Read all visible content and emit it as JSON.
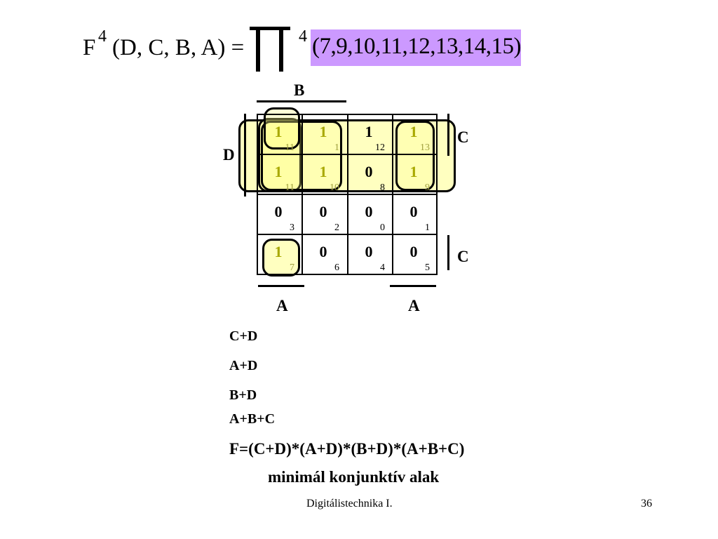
{
  "formula": {
    "lhs_F": "F",
    "lhs_sup": "4",
    "lhs_args": "(D, C, B, A) =",
    "pi_sup": "4",
    "minterms": "(7,9,10,11,12,13,14,15)"
  },
  "kmap": {
    "labels": {
      "B": "B",
      "D": "D",
      "C_top": "C",
      "C_bottom": "C",
      "A_left": "A",
      "A_right": "A"
    },
    "rows": [
      [
        {
          "v": "1",
          "i": "11"
        },
        {
          "v": "1",
          "i": "1"
        },
        {
          "v": "1",
          "i": "12"
        },
        {
          "v": "1",
          "i": "13"
        }
      ],
      [
        {
          "v": "1",
          "i": "11"
        },
        {
          "v": "1",
          "i": "10"
        },
        {
          "v": "0",
          "i": "8"
        },
        {
          "v": "1",
          "i": "9"
        }
      ],
      [
        {
          "v": "0",
          "i": "3"
        },
        {
          "v": "0",
          "i": "2"
        },
        {
          "v": "0",
          "i": "0"
        },
        {
          "v": "0",
          "i": "1"
        }
      ],
      [
        {
          "v": "1",
          "i": "7"
        },
        {
          "v": "0",
          "i": "6"
        },
        {
          "v": "0",
          "i": "4"
        },
        {
          "v": "0",
          "i": "5"
        }
      ]
    ]
  },
  "terms": [
    "C+D",
    "A+D",
    "B+D",
    "A+B+C"
  ],
  "result": "F=(C+D)*(A+D)*(B+D)*(A+B+C)",
  "caption": "minimál konjunktív alak",
  "footer": {
    "title": "Digitálistechnika I.",
    "page": "36"
  },
  "colors": {
    "highlight": "#cc99ff",
    "loop_fill": "#ffff8c",
    "faded_text": "#a8a800"
  }
}
